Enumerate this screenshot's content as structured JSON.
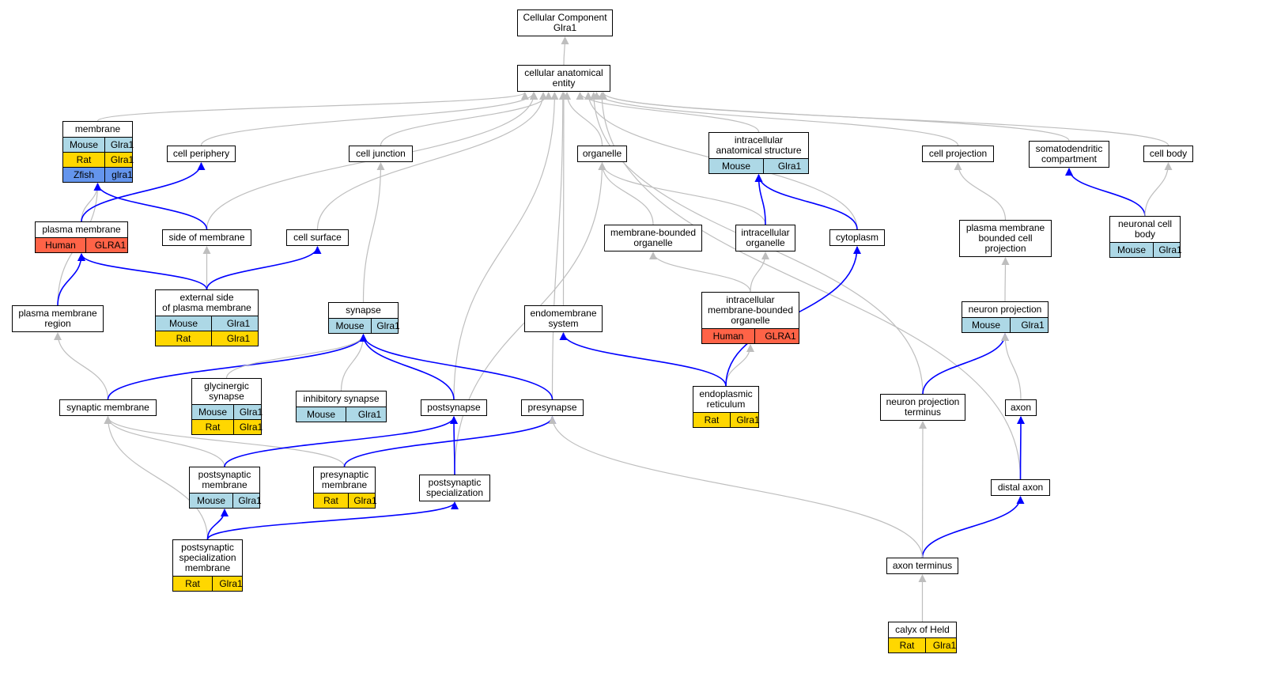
{
  "colors": {
    "Mouse": "#add8e6",
    "Rat": "#ffd700",
    "Human": "#ff6347",
    "Zfish": "#6495ed",
    "is_a_edge": "#bebebe",
    "part_of_edge": "#0000ff"
  },
  "nodes": [
    {
      "id": "root",
      "label": "Cellular Component\nGlra1",
      "rows": []
    },
    {
      "id": "cae",
      "label": "cellular anatomical\nentity",
      "rows": []
    },
    {
      "id": "membrane",
      "label": "membrane",
      "rows": [
        [
          "Mouse",
          "Glra1"
        ],
        [
          "Rat",
          "Glra1"
        ],
        [
          "Zfish",
          "glra1"
        ]
      ]
    },
    {
      "id": "cellperiph",
      "label": "cell periphery",
      "rows": []
    },
    {
      "id": "celljunc",
      "label": "cell junction",
      "rows": []
    },
    {
      "id": "organelle",
      "label": "organelle",
      "rows": []
    },
    {
      "id": "ias",
      "label": "intracellular\nanatomical structure",
      "rows": [
        [
          "Mouse",
          "Glra1"
        ]
      ]
    },
    {
      "id": "cellproj",
      "label": "cell projection",
      "rows": []
    },
    {
      "id": "somato",
      "label": "somatodendritic\ncompartment",
      "rows": []
    },
    {
      "id": "cellbody",
      "label": "cell body",
      "rows": []
    },
    {
      "id": "pm",
      "label": "plasma membrane",
      "rows": [
        [
          "Human",
          "GLRA1"
        ]
      ]
    },
    {
      "id": "sidemem",
      "label": "side of membrane",
      "rows": []
    },
    {
      "id": "cellsurf",
      "label": "cell surface",
      "rows": []
    },
    {
      "id": "mbo",
      "label": "membrane-bounded\norganelle",
      "rows": []
    },
    {
      "id": "io",
      "label": "intracellular\norganelle",
      "rows": []
    },
    {
      "id": "cytoplasm",
      "label": "cytoplasm",
      "rows": []
    },
    {
      "id": "pmbcp",
      "label": "plasma membrane\nbounded cell\nprojection",
      "rows": []
    },
    {
      "id": "ncb",
      "label": "neuronal cell\nbody",
      "rows": [
        [
          "Mouse",
          "Glra1"
        ]
      ]
    },
    {
      "id": "pmr",
      "label": "plasma membrane\nregion",
      "rows": []
    },
    {
      "id": "espm",
      "label": "external side\nof plasma membrane",
      "rows": [
        [
          "Mouse",
          "Glra1"
        ],
        [
          "Rat",
          "Glra1"
        ]
      ]
    },
    {
      "id": "synapse",
      "label": "synapse",
      "rows": [
        [
          "Mouse",
          "Glra1"
        ]
      ]
    },
    {
      "id": "endomem",
      "label": "endomembrane\nsystem",
      "rows": []
    },
    {
      "id": "imbo",
      "label": "intracellular\nmembrane-bounded\norganelle",
      "rows": [
        [
          "Human",
          "GLRA1"
        ]
      ]
    },
    {
      "id": "neuproj",
      "label": "neuron projection",
      "rows": [
        [
          "Mouse",
          "Glra1"
        ]
      ]
    },
    {
      "id": "glysyn",
      "label": "glycinergic\nsynapse",
      "rows": [
        [
          "Mouse",
          "Glra1"
        ],
        [
          "Rat",
          "Glra1"
        ]
      ]
    },
    {
      "id": "inhsyn",
      "label": "inhibitory synapse",
      "rows": [
        [
          "Mouse",
          "Glra1"
        ]
      ]
    },
    {
      "id": "synmem",
      "label": "synaptic membrane",
      "rows": []
    },
    {
      "id": "postsyn",
      "label": "postsynapse",
      "rows": []
    },
    {
      "id": "presyn",
      "label": "presynapse",
      "rows": []
    },
    {
      "id": "er",
      "label": "endoplasmic\nreticulum",
      "rows": [
        [
          "Rat",
          "Glra1"
        ]
      ]
    },
    {
      "id": "npt",
      "label": "neuron projection\nterminus",
      "rows": []
    },
    {
      "id": "axon",
      "label": "axon",
      "rows": []
    },
    {
      "id": "postsynmem",
      "label": "postsynaptic\nmembrane",
      "rows": [
        [
          "Mouse",
          "Glra1"
        ]
      ]
    },
    {
      "id": "presynmem",
      "label": "presynaptic\nmembrane",
      "rows": [
        [
          "Rat",
          "Glra1"
        ]
      ]
    },
    {
      "id": "postsynspec",
      "label": "postsynaptic\nspecialization",
      "rows": []
    },
    {
      "id": "distaxon",
      "label": "distal axon",
      "rows": []
    },
    {
      "id": "pssm",
      "label": "postsynaptic\nspecialization\nmembrane",
      "rows": [
        [
          "Rat",
          "Glra1"
        ]
      ]
    },
    {
      "id": "axonterm",
      "label": "axon terminus",
      "rows": []
    },
    {
      "id": "calyx",
      "label": "calyx of Held",
      "rows": [
        [
          "Rat",
          "Glra1"
        ]
      ]
    }
  ],
  "edges": [
    {
      "from": "cae",
      "to": "root",
      "type": "is_a"
    },
    {
      "from": "membrane",
      "to": "cae",
      "type": "is_a"
    },
    {
      "from": "cellperiph",
      "to": "cae",
      "type": "is_a"
    },
    {
      "from": "celljunc",
      "to": "cae",
      "type": "is_a"
    },
    {
      "from": "organelle",
      "to": "cae",
      "type": "is_a"
    },
    {
      "from": "ias",
      "to": "cae",
      "type": "is_a"
    },
    {
      "from": "cellproj",
      "to": "cae",
      "type": "is_a"
    },
    {
      "from": "somato",
      "to": "cae",
      "type": "is_a"
    },
    {
      "from": "cellbody",
      "to": "cae",
      "type": "is_a"
    },
    {
      "from": "sidemem",
      "to": "cae",
      "type": "is_a"
    },
    {
      "from": "cellsurf",
      "to": "cae",
      "type": "is_a"
    },
    {
      "from": "cytoplasm",
      "to": "cae",
      "type": "is_a"
    },
    {
      "from": "endomem",
      "to": "cae",
      "type": "is_a"
    },
    {
      "from": "postsyn",
      "to": "cae",
      "type": "is_a"
    },
    {
      "from": "presyn",
      "to": "cae",
      "type": "is_a"
    },
    {
      "from": "npt",
      "to": "cae",
      "type": "is_a"
    },
    {
      "from": "distaxon",
      "to": "cae",
      "type": "is_a"
    },
    {
      "from": "pm",
      "to": "membrane",
      "type": "is_a"
    },
    {
      "from": "pmr",
      "to": "membrane",
      "type": "is_a"
    },
    {
      "from": "pm",
      "to": "cellperiph",
      "type": "part_of"
    },
    {
      "from": "sidemem",
      "to": "membrane",
      "type": "part_of"
    },
    {
      "from": "espm",
      "to": "pm",
      "type": "part_of"
    },
    {
      "from": "pmr",
      "to": "pm",
      "type": "part_of"
    },
    {
      "from": "espm",
      "to": "sidemem",
      "type": "is_a"
    },
    {
      "from": "espm",
      "to": "cellsurf",
      "type": "part_of"
    },
    {
      "from": "synapse",
      "to": "celljunc",
      "type": "is_a"
    },
    {
      "from": "mbo",
      "to": "organelle",
      "type": "is_a"
    },
    {
      "from": "io",
      "to": "organelle",
      "type": "is_a"
    },
    {
      "from": "postsynspec",
      "to": "organelle",
      "type": "is_a"
    },
    {
      "from": "io",
      "to": "ias",
      "type": "part_of"
    },
    {
      "from": "cytoplasm",
      "to": "ias",
      "type": "part_of"
    },
    {
      "from": "imbo",
      "to": "mbo",
      "type": "is_a"
    },
    {
      "from": "imbo",
      "to": "io",
      "type": "is_a"
    },
    {
      "from": "er",
      "to": "imbo",
      "type": "is_a"
    },
    {
      "from": "er",
      "to": "endomem",
      "type": "part_of"
    },
    {
      "from": "er",
      "to": "cytoplasm",
      "type": "part_of"
    },
    {
      "from": "pmbcp",
      "to": "cellproj",
      "type": "is_a"
    },
    {
      "from": "neuproj",
      "to": "pmbcp",
      "type": "is_a"
    },
    {
      "from": "ncb",
      "to": "somato",
      "type": "part_of"
    },
    {
      "from": "ncb",
      "to": "cellbody",
      "type": "is_a"
    },
    {
      "from": "synmem",
      "to": "pmr",
      "type": "is_a"
    },
    {
      "from": "synmem",
      "to": "synapse",
      "type": "part_of"
    },
    {
      "from": "glysyn",
      "to": "synapse",
      "type": "is_a"
    },
    {
      "from": "inhsyn",
      "to": "synapse",
      "type": "is_a"
    },
    {
      "from": "postsyn",
      "to": "synapse",
      "type": "part_of"
    },
    {
      "from": "presyn",
      "to": "synapse",
      "type": "part_of"
    },
    {
      "from": "postsynmem",
      "to": "synmem",
      "type": "is_a"
    },
    {
      "from": "presynmem",
      "to": "synmem",
      "type": "is_a"
    },
    {
      "from": "pssm",
      "to": "synmem",
      "type": "is_a"
    },
    {
      "from": "postsynmem",
      "to": "postsyn",
      "type": "part_of"
    },
    {
      "from": "presynmem",
      "to": "presyn",
      "type": "part_of"
    },
    {
      "from": "postsynspec",
      "to": "postsyn",
      "type": "part_of"
    },
    {
      "from": "pssm",
      "to": "postsynmem",
      "type": "part_of"
    },
    {
      "from": "pssm",
      "to": "postsynspec",
      "type": "part_of"
    },
    {
      "from": "npt",
      "to": "neuproj",
      "type": "part_of"
    },
    {
      "from": "axon",
      "to": "neuproj",
      "type": "is_a"
    },
    {
      "from": "distaxon",
      "to": "axon",
      "type": "part_of"
    },
    {
      "from": "axonterm",
      "to": "npt",
      "type": "is_a"
    },
    {
      "from": "axonterm",
      "to": "distaxon",
      "type": "part_of"
    },
    {
      "from": "axonterm",
      "to": "presyn",
      "type": "is_a"
    },
    {
      "from": "calyx",
      "to": "axonterm",
      "type": "is_a"
    }
  ]
}
